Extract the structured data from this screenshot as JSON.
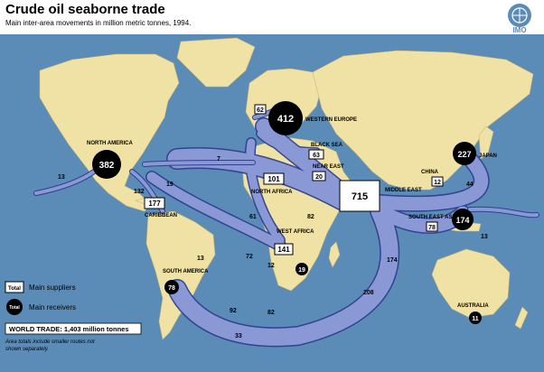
{
  "header": {
    "title": "Crude oil seaborne trade",
    "subtitle": "Main inter-area movements in million metric tonnes, 1994.",
    "logo_text": "IMO"
  },
  "regions": {
    "north_america": "NORTH AMERICA",
    "western_europe": "WESTERN EUROPE",
    "black_sea": "BLACK SEA",
    "near_east": "NEAR EAST",
    "north_africa": "NORTH AFRICA",
    "west_africa": "WEST AFRICA",
    "middle_east": "MIDDLE EAST",
    "china": "CHINA",
    "japan": "JAPAN",
    "south_east_asia": "SOUTH EAST ASIA",
    "caribbean": "CARIBBEAN",
    "south_america": "SOUTH AMERICA",
    "australia": "AUSTRALIA"
  },
  "receivers": {
    "north_america": "382",
    "western_europe": "412",
    "japan": "227",
    "south_east_asia": "174",
    "south_africa": "19",
    "south_america": "78",
    "australia": "11"
  },
  "suppliers": {
    "middle_east": "715",
    "north_africa": "101",
    "west_africa": "141",
    "caribbean": "177",
    "black_sea": "63",
    "near_east": "20",
    "china": "12",
    "south_east_asia": "78",
    "north_sea_box": "62"
  },
  "flows": {
    "f13_atlantic": "13",
    "f7": "7",
    "f19": "19",
    "f132": "132",
    "f61": "61",
    "f82_me_eu": "82",
    "f72": "72",
    "f12": "12",
    "f13_sa": "13",
    "f92": "92",
    "f82_sa": "82",
    "f33": "33",
    "f208": "208",
    "f174": "174",
    "f44": "44",
    "f13_pacific": "13"
  },
  "legend": {
    "suppliers_box": "Total",
    "suppliers_label": "Main suppliers",
    "receivers_box": "Total",
    "receivers_label": "Main receivers",
    "world_trade": "WORLD TRADE: 1,403 million tonnes",
    "note_line1": "Area totals include smaller routes not",
    "note_line2": "shown separately."
  },
  "colors": {
    "ocean": "#5b8cb7",
    "land": "#f0e2a4",
    "arrow_fill": "#8a99d6",
    "arrow_stroke": "#2e3f8f",
    "receiver": "#000000"
  }
}
